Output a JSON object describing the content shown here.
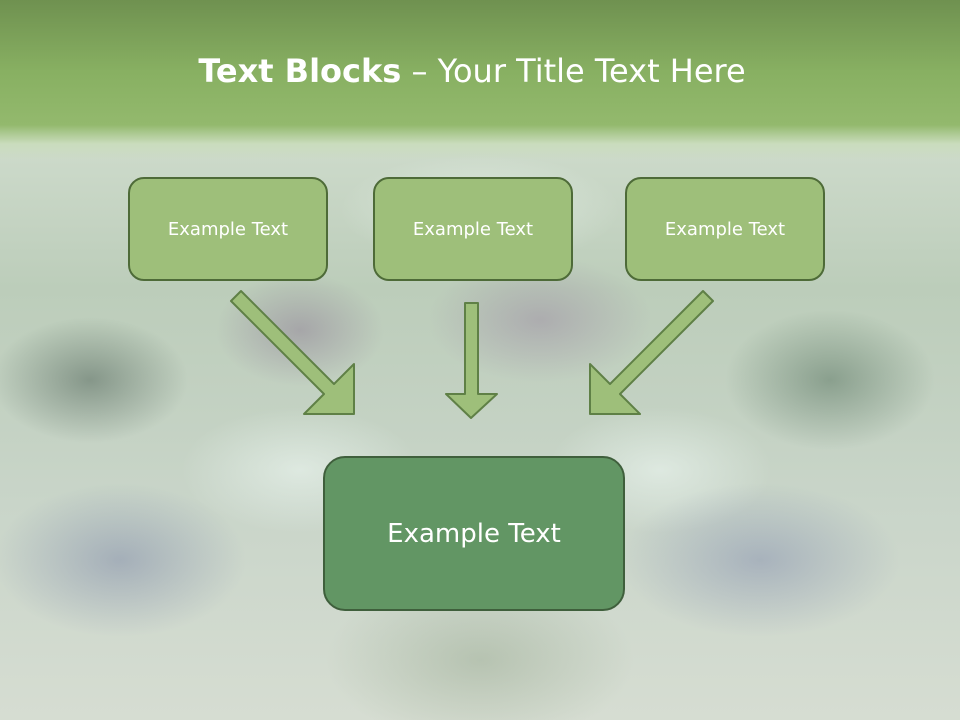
{
  "slide": {
    "title_bold": "Text Blocks",
    "title_dash": " – ",
    "title_rest": "Your Title Text Here"
  },
  "blocks": {
    "top": [
      "Example Text",
      "Example Text",
      "Example Text"
    ],
    "bottom": "Example Text"
  },
  "colors": {
    "title_band": "#88b062",
    "small_box_fill": "#9ebf7a",
    "big_box_fill": "#629664",
    "box_border": "#4e6b38",
    "arrow_fill": "#9ebf7a"
  },
  "icons": [
    "arrow-down-right-icon",
    "arrow-down-icon",
    "arrow-down-left-icon"
  ]
}
